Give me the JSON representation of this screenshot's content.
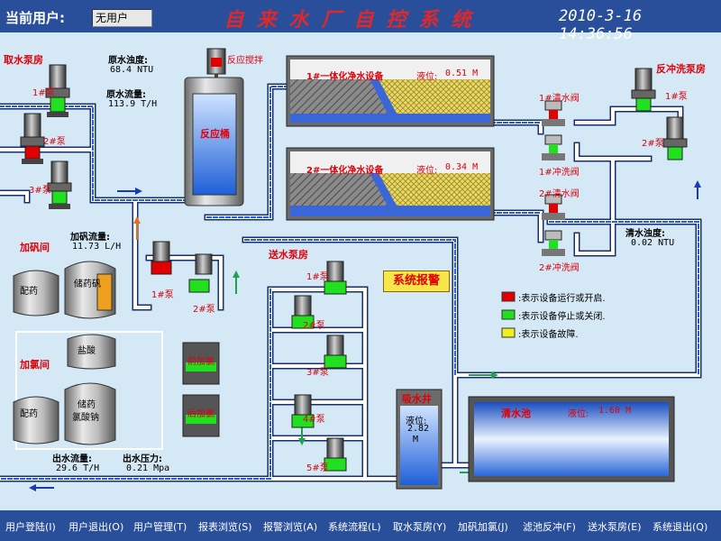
{
  "header": {
    "user_label": "当前用户:",
    "user_value": "无用户",
    "title": "自来水厂自控系统",
    "datetime": "2010-3-16  14:36:56"
  },
  "intake": {
    "room_label": "取水泵房",
    "pump1": "1#泵",
    "pump2": "2#泵",
    "pump3": "3#泵",
    "raw_turbidity_label": "原水浊度:",
    "raw_turbidity_value": "68.4  NTU",
    "raw_flow_label": "原水流量:",
    "raw_flow_value": "113.9  T/H"
  },
  "reactor": {
    "mixer_label": "反应搅拌",
    "tank_label": "反应桶"
  },
  "alum_room": {
    "room_label": "加矾间",
    "flow_label": "加矾流量:",
    "flow_value": "11.73  L/H",
    "mix_tank": "配药",
    "store_tank": "储药矾",
    "pump1": "1#泵",
    "pump2": "2#泵"
  },
  "chlorine_room": {
    "room_label": "加氯间",
    "acid_tank": "盐酸",
    "mix_tank": "配药",
    "store_tank_1": "储药",
    "store_tank_2": "氯酸钠",
    "pre_dosing": "前加氯",
    "post_dosing": "后加氯"
  },
  "purifier1": {
    "label": "1#一体化净水设备",
    "level_label": "液位:",
    "level_value": "0.51  M"
  },
  "purifier2": {
    "label": "2#一体化净水设备",
    "level_label": "液位:",
    "level_value": "0.34  M"
  },
  "valves": {
    "v1": "1#清水阀",
    "v2": "1#冲洗阀",
    "v3": "2#清水阀",
    "v4": "2#冲洗阀"
  },
  "backwash": {
    "room_label": "反冲洗泵房",
    "pump1": "1#泵",
    "pump2": "2#泵"
  },
  "clear_turbidity": {
    "label": "清水浊度:",
    "value": "0.02  NTU"
  },
  "send_room": {
    "room_label": "送水泵房",
    "pumps": [
      "1#泵",
      "2#泵",
      "3#泵",
      "4#泵",
      "5#泵"
    ]
  },
  "alarm_button": "系统报警",
  "legend": {
    "red": ":表示设备运行或开启.",
    "green": ":表示设备停止或关闭.",
    "yellow": ":表示设备故障."
  },
  "suction_well": {
    "label": "吸水井",
    "level_label": "液位:",
    "level_value": "2.82",
    "level_unit": "M"
  },
  "clear_pool": {
    "label": "清水池",
    "level_label": "液位:",
    "level_value": "1.60  M"
  },
  "outlet": {
    "flow_label": "出水流量:",
    "flow_value": "29.6  T/H",
    "pressure_label": "出水压力:",
    "pressure_value": "0.21  Mpa"
  },
  "menu": [
    "用户登陆(I)",
    "用户退出(O)",
    "用户管理(T)",
    "报表浏览(S)",
    "报警浏览(A)",
    "系统流程(L)",
    "取水泵房(Y)",
    "加矾加氯(J)",
    "滤池反冲(F)",
    "送水泵房(E)",
    "系统退出(Q)"
  ],
  "colors": {
    "header_bg": "#2a4f9a",
    "title": "#e0272a",
    "pipe": "#ffffff",
    "water": "#2f6fe0",
    "running": "#e00000",
    "stopped": "#20e020",
    "fault": "#f0f020",
    "background": "#d4e8f5"
  }
}
